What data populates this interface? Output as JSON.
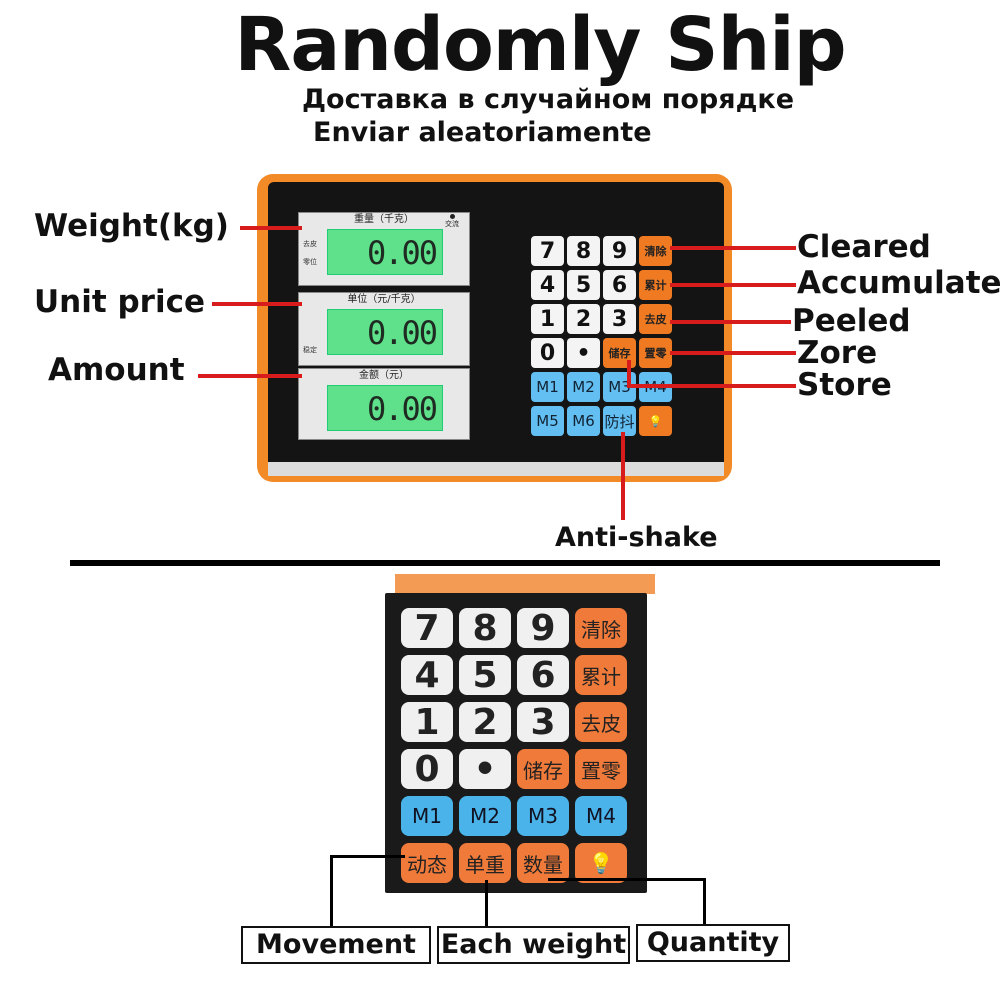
{
  "header": {
    "title": "Randomly Ship",
    "subtitle_ru": "Доставка в случайном порядке",
    "subtitle_es": "Enviar aleatoriamente"
  },
  "scale": {
    "displays": [
      {
        "head": "重量（千克）",
        "value": "0.00",
        "side_top": "去皮",
        "side_bottom": "零位"
      },
      {
        "head": "单位（元/千克）",
        "value": "0.00",
        "side_top": "",
        "side_bottom": "稳定"
      },
      {
        "head": "金额（元）",
        "value": "0.00",
        "side_top": "",
        "side_bottom": ""
      }
    ],
    "indicator": "交流",
    "keys": [
      {
        "label": "7",
        "type": "w"
      },
      {
        "label": "8",
        "type": "w"
      },
      {
        "label": "9",
        "type": "w"
      },
      {
        "label": "清除",
        "type": "o"
      },
      {
        "label": "4",
        "type": "w"
      },
      {
        "label": "5",
        "type": "w"
      },
      {
        "label": "6",
        "type": "w"
      },
      {
        "label": "累计",
        "type": "o"
      },
      {
        "label": "1",
        "type": "w"
      },
      {
        "label": "2",
        "type": "w"
      },
      {
        "label": "3",
        "type": "w"
      },
      {
        "label": "去皮",
        "type": "o"
      },
      {
        "label": "0",
        "type": "w"
      },
      {
        "label": "•",
        "type": "w"
      },
      {
        "label": "储存",
        "type": "o"
      },
      {
        "label": "置零",
        "type": "o"
      },
      {
        "label": "M1",
        "type": "b"
      },
      {
        "label": "M2",
        "type": "b"
      },
      {
        "label": "M3",
        "type": "b"
      },
      {
        "label": "M4",
        "type": "b"
      },
      {
        "label": "M5",
        "type": "b"
      },
      {
        "label": "M6",
        "type": "b"
      },
      {
        "label": "防抖",
        "type": "b"
      },
      {
        "label": "💡",
        "type": "o"
      }
    ]
  },
  "labels_left": {
    "weight": "Weight(kg)",
    "unit_price": "Unit price",
    "amount": "Amount"
  },
  "labels_right": {
    "cleared": "Cleared",
    "accumulate": "Accumulate",
    "peeled": "Peeled",
    "zore": "Zore",
    "store": "Store"
  },
  "label_bottom": "Anti-shake",
  "keypad": {
    "keys": [
      {
        "label": "7",
        "type": "w"
      },
      {
        "label": "8",
        "type": "w"
      },
      {
        "label": "9",
        "type": "w"
      },
      {
        "label": "清除",
        "type": "o"
      },
      {
        "label": "4",
        "type": "w"
      },
      {
        "label": "5",
        "type": "w"
      },
      {
        "label": "6",
        "type": "w"
      },
      {
        "label": "累计",
        "type": "o"
      },
      {
        "label": "1",
        "type": "w"
      },
      {
        "label": "2",
        "type": "w"
      },
      {
        "label": "3",
        "type": "w"
      },
      {
        "label": "去皮",
        "type": "o"
      },
      {
        "label": "0",
        "type": "w"
      },
      {
        "label": "•",
        "type": "w"
      },
      {
        "label": "储存",
        "type": "o"
      },
      {
        "label": "置零",
        "type": "o"
      },
      {
        "label": "M1",
        "type": "b"
      },
      {
        "label": "M2",
        "type": "b"
      },
      {
        "label": "M3",
        "type": "b"
      },
      {
        "label": "M4",
        "type": "b"
      },
      {
        "label": "动态",
        "type": "o"
      },
      {
        "label": "单重",
        "type": "o"
      },
      {
        "label": "数量",
        "type": "o"
      },
      {
        "label": "💡",
        "type": "o"
      }
    ]
  },
  "keypad_labels": {
    "movement": "Movement",
    "each_weight": "Each weight",
    "quantity": "Quantity"
  },
  "colors": {
    "accent_orange": "#f07a22",
    "key_blue": "#63bff2",
    "lcd_green": "#5fe08a",
    "callout_red": "#d81c1c"
  }
}
